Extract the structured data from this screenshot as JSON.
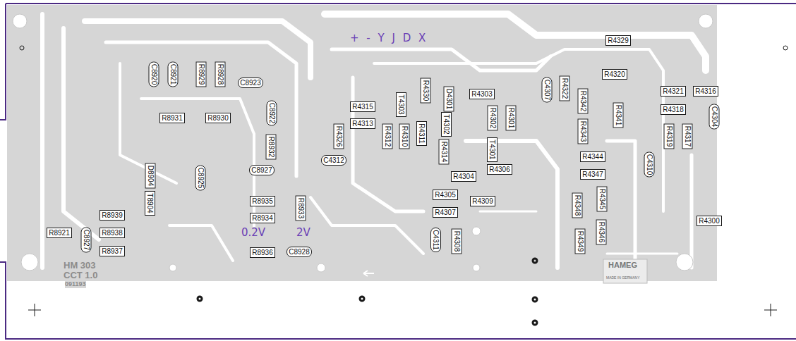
{
  "diagram": {
    "nodes": [
      {
        "text": [
          "R4329"
        ]
      },
      {
        "text": [
          "C8920"
        ]
      },
      {
        "text": [
          "C8921"
        ]
      },
      {
        "text": [
          "R8929"
        ]
      },
      {
        "text": [
          "R8928"
        ]
      },
      {
        "text": [
          "C8923"
        ]
      },
      {
        "text": [
          "R4320"
        ]
      },
      {
        "text": [
          "C4307"
        ]
      },
      {
        "text": [
          "R4322"
        ]
      },
      {
        "text": [
          "R4330"
        ]
      },
      {
        "text": [
          "R4303"
        ]
      },
      {
        "text": [
          "R4321"
        ]
      },
      {
        "text": [
          "R4316"
        ]
      },
      {
        "text": [
          "D4301"
        ]
      },
      {
        "text": [
          "R4342"
        ]
      },
      {
        "text": [
          "T4303"
        ]
      },
      {
        "text": [
          "R4315"
        ]
      },
      {
        "text": [
          "R4318"
        ]
      },
      {
        "text": [
          "R8931"
        ]
      },
      {
        "text": [
          "R8930"
        ]
      },
      {
        "text": [
          "C8922"
        ]
      },
      {
        "text": [
          "R4341"
        ]
      },
      {
        "text": [
          "C4304"
        ]
      },
      {
        "text": [
          "R4302"
        ]
      },
      {
        "text": [
          "R4301"
        ]
      },
      {
        "text": [
          "R4313"
        ]
      },
      {
        "text": [
          "T4302"
        ]
      },
      {
        "text": [
          "R4343"
        ]
      },
      {
        "text": [
          "R4326"
        ]
      },
      {
        "text": [
          "R4312"
        ]
      },
      {
        "text": [
          "R4310"
        ]
      },
      {
        "text": [
          "R4311"
        ]
      },
      {
        "text": [
          "R4319"
        ]
      },
      {
        "text": [
          "R4317"
        ]
      },
      {
        "text": [
          "R8932"
        ]
      },
      {
        "text": [
          "T4301"
        ]
      },
      {
        "text": [
          "R4314"
        ]
      },
      {
        "text": [
          "R4344"
        ]
      },
      {
        "text": [
          "C4312"
        ]
      },
      {
        "text": [
          "C4310"
        ]
      },
      {
        "text": [
          "C8927"
        ]
      },
      {
        "text": [
          "R4306"
        ]
      },
      {
        "text": [
          "R4347"
        ]
      },
      {
        "text": [
          "D8904"
        ]
      },
      {
        "text": [
          "R4304"
        ]
      },
      {
        "text": [
          "C8925"
        ]
      },
      {
        "text": [
          "R4305"
        ]
      },
      {
        "text": [
          "R4309"
        ]
      },
      {
        "text": [
          "R4345"
        ]
      },
      {
        "text": [
          "R8935"
        ]
      },
      {
        "text": [
          "T8904"
        ]
      },
      {
        "text": [
          "R4348"
        ]
      },
      {
        "text": [
          "R8933"
        ]
      },
      {
        "text": [
          "R4307"
        ]
      },
      {
        "text": [
          "R8939"
        ]
      },
      {
        "text": [
          "R8934"
        ]
      },
      {
        "text": [
          "R4300"
        ]
      },
      {
        "text": [
          "R8921"
        ]
      },
      {
        "text": [
          "C8927"
        ]
      },
      {
        "text": [
          "R8938"
        ]
      },
      {
        "text": [
          "R4346"
        ]
      },
      {
        "text": [
          "C4311"
        ]
      },
      {
        "text": [
          "R4308"
        ]
      },
      {
        "text": [
          "R4349"
        ]
      },
      {
        "text": [
          "R8937"
        ]
      },
      {
        "text": [
          "R8936"
        ]
      },
      {
        "text": [
          "C8928"
        ]
      }
    ],
    "labels": [
      "+ - Y J D X",
      "0.2V",
      "2V",
      "HM 303",
      "CCT 1.0",
      "091193",
      "HAMEG",
      "MADE IN GERMANY"
    ]
  }
}
